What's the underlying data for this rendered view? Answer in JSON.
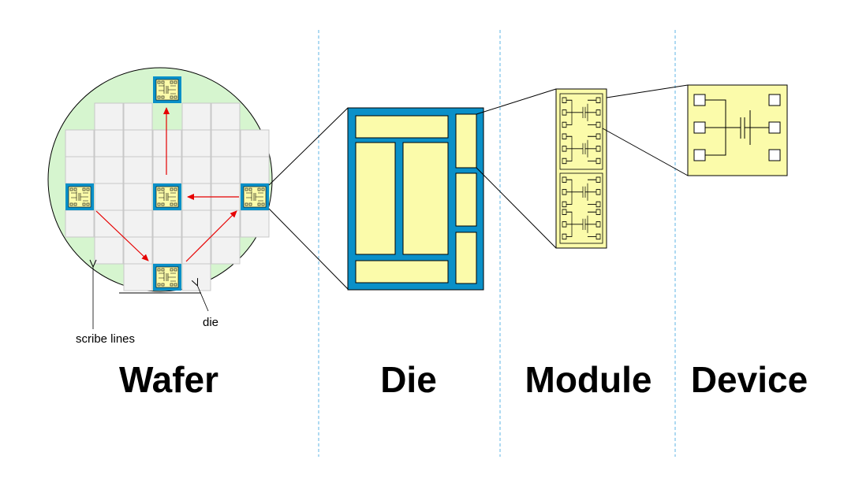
{
  "headings": {
    "wafer": "Wafer",
    "die": "Die",
    "module": "Module",
    "device": "Device"
  },
  "annotations": {
    "scribe_lines": "scribe lines",
    "die": "die"
  },
  "colors": {
    "wafer_fill": "#d6f5cf",
    "cell_fill": "#f2f2f2",
    "die_blue": "#0a90c8",
    "block_yellow": "#fbfbaa",
    "arrow_red": "#e60000",
    "divider": "#5fb4e6"
  },
  "icons": {
    "die_chip": "mini-die-chip-icon",
    "arrow": "red-arrow-icon"
  }
}
